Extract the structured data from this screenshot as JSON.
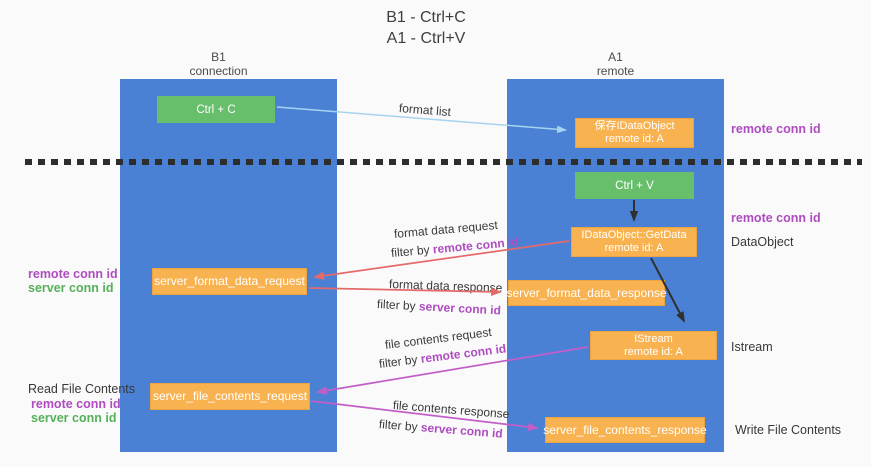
{
  "title": {
    "line1": "B1 - Ctrl+C",
    "line2": "A1 - Ctrl+V"
  },
  "lifelines": {
    "b1": {
      "name": "B1",
      "role": "connection"
    },
    "a1": {
      "name": "A1",
      "role": "remote"
    }
  },
  "boxes": {
    "ctrl_c": {
      "label": "Ctrl + C"
    },
    "save_idataobject": {
      "line1": "保存IDataObject",
      "line2": "remote id: A"
    },
    "ctrl_v": {
      "label": "Ctrl + V"
    },
    "getdata": {
      "line1": "IDataObject::GetData",
      "line2": "remote id: A"
    },
    "server_format_data_request": {
      "label": "server_format_data_request"
    },
    "server_format_data_response": {
      "label": "server_format_data_response"
    },
    "istream": {
      "line1": "IStream",
      "line2": "remote id: A"
    },
    "server_file_contents_request": {
      "label": "server_file_contents_request"
    },
    "server_file_contents_response": {
      "label": "server_file_contents_response"
    }
  },
  "arrow_labels": {
    "format_list": "format list",
    "format_data_request": "format data request",
    "format_data_response": "format data response",
    "file_contents_request": "file contents request",
    "file_contents_response": "file contents response",
    "filter_by": "filter by",
    "remote_conn_id": "remote conn id",
    "server_conn_id": "server conn id"
  },
  "side_labels": {
    "remote_conn_id_top_right": "remote conn id",
    "remote_conn_id_mid_right": "remote conn id",
    "dataobject": "DataObject",
    "istream": "Istream",
    "write_file_contents": "Write File Contents",
    "remote_conn_id_left": "remote conn id",
    "server_conn_id_left": "server conn id",
    "read_file_contents": "Read File Contents",
    "remote_conn_id_left_bottom": "remote conn id",
    "server_conn_id_left_bottom": "server conn id"
  },
  "colors": {
    "lifeline_blue": "#4b81d5",
    "box_green": "#68bf6b",
    "box_orange": "#f9b250",
    "arrow_red": "#e46a6a",
    "arrow_magenta": "#c35ec8",
    "arrow_light_blue": "#a6d4f0",
    "arrow_black": "#303030",
    "text_purple": "#ae4cc0",
    "text_green": "#55b05a"
  }
}
